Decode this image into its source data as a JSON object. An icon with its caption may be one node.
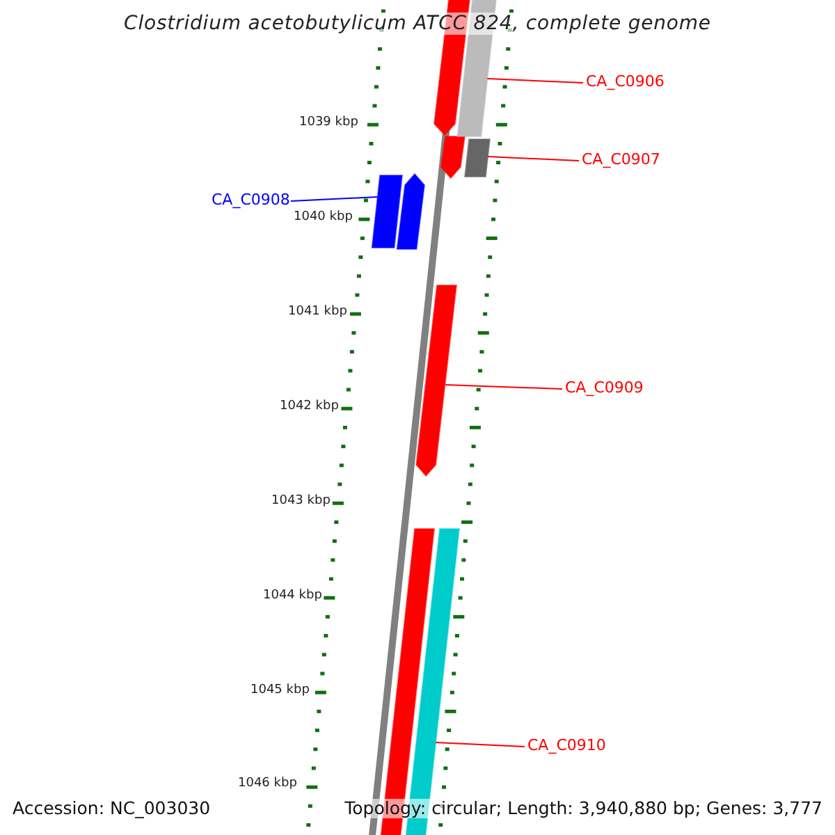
{
  "diagram": {
    "title": "Clostridium acetobutylicum ATCC 824, complete genome",
    "nodes": [
      {
        "text": [
          "CA_C0906"
        ]
      },
      {
        "text": [],
        "shape": "bar"
      },
      {
        "text": [
          "CA_C0907"
        ]
      },
      {
        "text": [],
        "shape": "bar"
      },
      {
        "text": [
          "CA_C0908"
        ]
      },
      {
        "text": [],
        "shape": "bar"
      },
      {
        "text": [
          "CA_C0909"
        ]
      },
      {
        "text": [],
        "shape": "bar"
      },
      {
        "text": [
          "CA_C0910"
        ]
      },
      {
        "text": [],
        "shape": "bar"
      }
    ],
    "edges": [
      {
        "from": 0,
        "to": 1,
        "arrow": "none"
      },
      {
        "from": 2,
        "to": 3,
        "arrow": "none"
      },
      {
        "from": 4,
        "to": 5,
        "arrow": "none",
        "color": "#0000ff"
      },
      {
        "from": 6,
        "to": 7,
        "arrow": "none"
      },
      {
        "from": 8,
        "to": 9,
        "arrow": "none"
      }
    ],
    "labels": [
      "1039 kbp",
      "1040 kbp",
      "1041 kbp",
      "1042 kbp",
      "1043 kbp",
      "1044 kbp",
      "1045 kbp",
      "1046 kbp",
      "Accession: NC_003030",
      "Topology: circular; Length: 3,940,880 bp; Genes: 3,777"
    ]
  }
}
